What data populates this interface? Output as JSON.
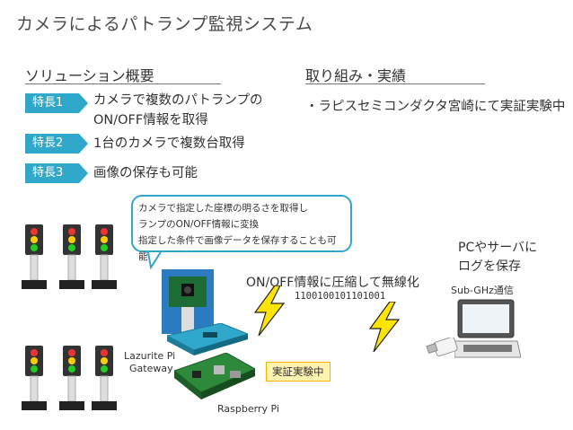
{
  "title": "カメラによるパトランプ監視システム",
  "left_section": {
    "heading": "ソリューション概要",
    "features": [
      {
        "badge": "特長1",
        "lines": [
          "カメラで複数のパトランプの",
          "ON/OFF情報を取得"
        ]
      },
      {
        "badge": "特長2",
        "lines": [
          "1台のカメラで複数台取得"
        ]
      },
      {
        "badge": "特長3",
        "lines": [
          "画像の保存も可能"
        ]
      }
    ]
  },
  "right_section": {
    "heading": "取り組み・実績",
    "bullet": "・ラピスセミコンダクタ宮崎にて実証実験中"
  },
  "bubble": {
    "lines": [
      "カメラで指定した座標の明るさを取得し",
      "ランプのON/OFF情報に変換",
      "指定した条件で画像データを保存することも可能"
    ]
  },
  "diagram": {
    "compress_text": "ON/OFF情報に圧縮して無線化",
    "bits": "1100100101101001",
    "pc_lines": [
      "PCやサーバに",
      "ログを保存"
    ],
    "subghz": "Sub-GHz通信",
    "lazurite": [
      "Lazurite Pi",
      "Gateway"
    ],
    "raspberry": "Raspberry Pi",
    "demo_tag": "実証実験中"
  },
  "colors": {
    "accent": "#2fa8cc",
    "lightning": "#ffe400",
    "tag_bg": "#fff3b0"
  }
}
